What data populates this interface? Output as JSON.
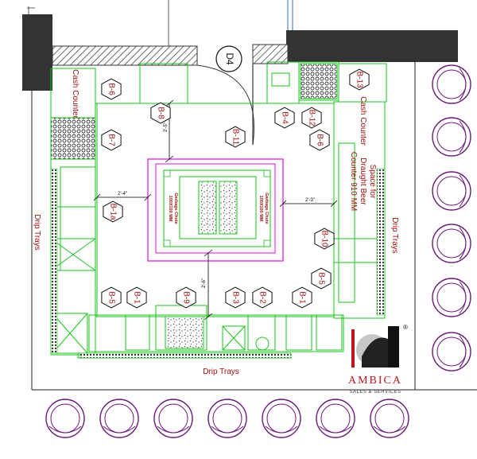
{
  "door_label": "D4",
  "tags": [
    {
      "id": "t-b6-left",
      "text": "B-6"
    },
    {
      "id": "t-b8",
      "text": "B-8"
    },
    {
      "id": "t-b4",
      "text": "B-4"
    },
    {
      "id": "t-b12",
      "text": "B-12"
    },
    {
      "id": "t-b13",
      "text": "B-13"
    },
    {
      "id": "t-b7",
      "text": "B-7"
    },
    {
      "id": "t-b11",
      "text": "B-11"
    },
    {
      "id": "t-b6-right",
      "text": "B-6"
    },
    {
      "id": "t-b1a",
      "text": "B-1a"
    },
    {
      "id": "t-b10",
      "text": "B-10"
    },
    {
      "id": "t-b5-right",
      "text": "B-5"
    },
    {
      "id": "t-b5-left",
      "text": "B-5"
    },
    {
      "id": "t-b1-a",
      "text": "B-1"
    },
    {
      "id": "t-b9",
      "text": "B-9"
    },
    {
      "id": "t-b3",
      "text": "B-3"
    },
    {
      "id": "t-b2",
      "text": "B-2"
    },
    {
      "id": "t-b1-b",
      "text": "B-1"
    }
  ],
  "labels": {
    "cash_counter_left": "Cash Counter",
    "cash_counter_right": "Cash Counter",
    "draught_beer_1": "Space for",
    "draught_beer_2": "Draught Beer",
    "draught_beer_3": "Counter 910 MM",
    "drip_trays_left": "Drip Trays",
    "drip_trays_right": "Drip Trays",
    "drip_trays_bottom": "Drip Trays",
    "chute_left_1": "100X100 MM",
    "chute_left_2": "Garbage Chute",
    "chute_right_1": "100X100 MM",
    "chute_right_2": "Garbage Chute"
  },
  "dimensions": {
    "top_gap": "2'-5\"",
    "left_gap": "2'-4\"",
    "right_gap": "2'-3\"",
    "bottom_gap": "2'-6\""
  },
  "logo": {
    "brand": "AMBICA",
    "tagline": "SALES & SERVICES",
    "registered": "®"
  },
  "colors": {
    "outline_green": "#19c419",
    "magenta": "#e010e0",
    "label_red": "#a01010",
    "wall_dark": "#333333",
    "stool_purple": "#6a1a7a",
    "logo_red": "#c0141e"
  }
}
